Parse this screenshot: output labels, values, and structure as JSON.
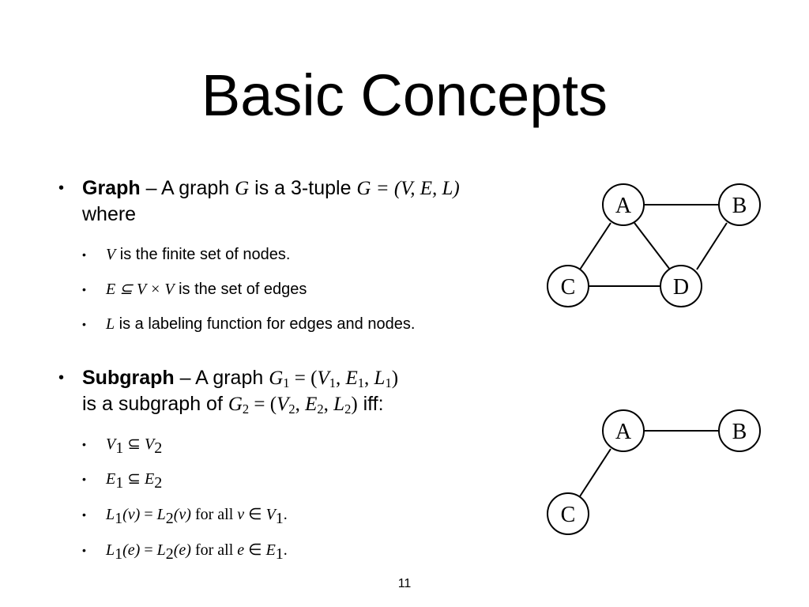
{
  "slide": {
    "title": "Basic Concepts",
    "page_number": "11"
  },
  "graph": {
    "term": "Graph",
    "dash": " – A graph ",
    "G": "G",
    "is_tuple": " is a 3-tuple ",
    "tuple": "G = (V, E, L)",
    "where": " where",
    "items": [
      {
        "sym": "V",
        "text": " is the finite set of nodes."
      },
      {
        "sym": "E ⊆ V × V",
        "text": " is the set of edges"
      },
      {
        "sym": "L",
        "text": " is a labeling function for edges and nodes."
      }
    ]
  },
  "subgraph": {
    "term": "Subgraph",
    "dash": " – A graph ",
    "g1": "G",
    "g1_sub": "1",
    "eq1": " = (",
    "v1": "V",
    "v1_sub": "1",
    "comma1": ", ",
    "e1": "E",
    "e1_sub": "1",
    "comma2": ", ",
    "l1": "L",
    "l1_sub": "1",
    "close1": ")",
    "line2_a": "is a subgraph of ",
    "g2": "G",
    "g2_sub": "2",
    "eq2": " = (",
    "v2": "V",
    "v2_sub": "2",
    "comma3": ", ",
    "e2": "E",
    "e2_sub": "2",
    "comma4": ", ",
    "l2": "L",
    "l2_sub": "2",
    "close2": ")",
    "iff": " iff:",
    "items": {
      "c1": {
        "a": "V",
        "a_sub": "1",
        "op": " ⊆ ",
        "b": "V",
        "b_sub": "2"
      },
      "c2": {
        "a": "E",
        "a_sub": "1",
        "op": " ⊆ ",
        "b": "E",
        "b_sub": "2"
      },
      "c3": {
        "a": "L",
        "a_sub": "1",
        "a_arg": "(v)",
        "eq": " = ",
        "b": "L",
        "b_sub": "2",
        "b_arg": "(v)",
        "rest": " for all ",
        "var": "v",
        "in": " ∈ ",
        "set": "V",
        "set_sub": "1",
        "end": "."
      },
      "c4": {
        "a": "L",
        "a_sub": "1",
        "a_arg": "(e)",
        "eq": " = ",
        "b": "L",
        "b_sub": "2",
        "b_arg": "(e)",
        "rest": " for all ",
        "var": "e",
        "in": " ∈ ",
        "set": "E",
        "set_sub": "1",
        "end": "."
      }
    }
  },
  "diagram_top": {
    "nodes": {
      "a": "A",
      "b": "B",
      "c": "C",
      "d": "D"
    }
  },
  "diagram_bottom": {
    "nodes": {
      "a": "A",
      "b": "B",
      "c": "C"
    }
  },
  "bullet_l1": "•",
  "bullet_l2": "•"
}
